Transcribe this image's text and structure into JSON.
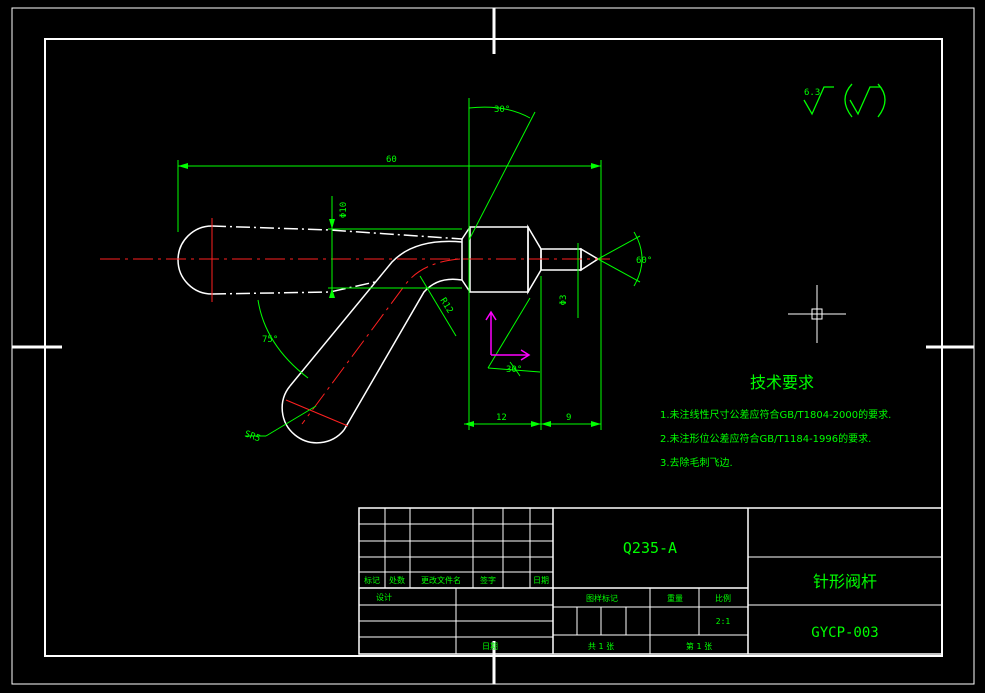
{
  "colors": {
    "background": "#000000",
    "frame": "#ffffff",
    "part": "#ffffff",
    "dimension": "#00ff00",
    "centerline": "#ff2020",
    "section": "#ff2020",
    "ucs": "#ff00ff"
  },
  "dimensions": {
    "length_60": "60",
    "angle_30_top": "30°",
    "dia_10": "Φ10",
    "angle_60_tip": "60°",
    "dia_3": "Φ3",
    "radius_12": "R12",
    "angle_75": "75°",
    "sr_5": "SR5",
    "angle_30_bottom": "30°",
    "length_12": "12",
    "length_9": "9"
  },
  "surface_finish": {
    "value": "6.3",
    "rest": "(√)"
  },
  "tech_requirements": {
    "title": "技术要求",
    "items": [
      "1.未注线性尺寸公差应符合GB/T1804-2000的要求.",
      "2.未注形位公差应符合GB/T1184-1996的要求.",
      "3.去除毛刺飞边."
    ]
  },
  "title_block": {
    "material": "Q235-A",
    "part_name": "针形阀杆",
    "drawing_number": "GYCP-003",
    "revision_headers": [
      "标记",
      "处数",
      "更改文件名",
      "签字",
      "日期"
    ],
    "design_label": "设计",
    "date_label": "日期",
    "stage_mark_label": "图样标记",
    "weight_label": "重量",
    "scale_label": "比例",
    "scale_value": "2:1",
    "total_sheets_label": "共 1 张",
    "sheet_label": "第 1 张"
  }
}
